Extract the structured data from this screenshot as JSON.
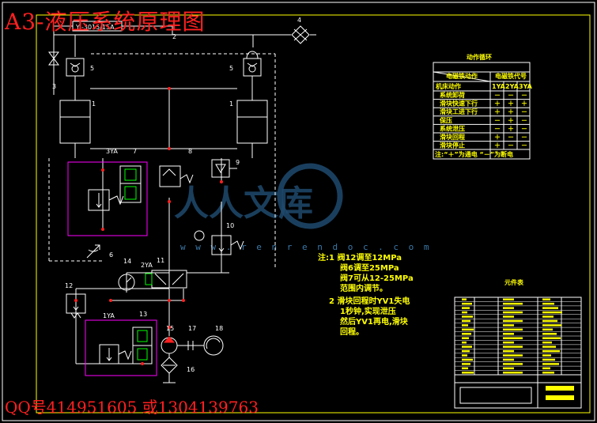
{
  "title": "A3-液压系统原理图",
  "contact": "QQ号414951605 或1304139763",
  "top_label": "YJ-3015/15A",
  "action_table": {
    "title": "动作循环",
    "header_left": "电磁铁动作",
    "header_right": "电磁铁代号",
    "columns": [
      "1YA",
      "2YA",
      "3YA"
    ],
    "row_header": "机床动作",
    "rows": [
      {
        "name": "系统卸荷",
        "cells": [
          "－",
          "－",
          "－"
        ]
      },
      {
        "name": "滑块快速下行",
        "cells": [
          "＋",
          "＋",
          "＋"
        ]
      },
      {
        "name": "滑块工进下行",
        "cells": [
          "＋",
          "＋",
          "－"
        ]
      },
      {
        "name": "保压",
        "cells": [
          "－",
          "＋",
          "－"
        ]
      },
      {
        "name": "系统泄压",
        "cells": [
          "－",
          "＋",
          "－"
        ]
      },
      {
        "name": "滑块回程",
        "cells": [
          "＋",
          "－",
          "－"
        ]
      },
      {
        "name": "滑块停止",
        "cells": [
          "＋",
          "－",
          "－"
        ]
      }
    ],
    "footnote": "注:“＋”为通电 “－”为断电"
  },
  "notes": {
    "line1": "注:1 阀12调至12MPa",
    "line2": "阀6调至25MPa",
    "line3": "阀7可从12-25MPa",
    "line4": "范围内调节。",
    "line5": "2 滑块回程时YV1失电",
    "line6": "1秒钟,实现泄压",
    "line7": "然后YV1再电,滑块",
    "line8": "回程。"
  },
  "parts_table": {
    "title": "元件表"
  },
  "component_labels": {
    "c1a": "1",
    "c1b": "1",
    "c2": "2",
    "c3": "3",
    "c4": "4",
    "c5a": "5",
    "c5b": "5",
    "c6": "6",
    "c7": "7",
    "c8": "8",
    "c9": "9",
    "c10": "10",
    "c11": "11",
    "c12": "12",
    "c13": "13",
    "c14": "14",
    "c15": "15",
    "c16": "16",
    "c17": "17",
    "c18": "18",
    "ya1": "1YA",
    "ya2": "2YA",
    "ya3": "3YA"
  },
  "watermark": {
    "text": "人人文库",
    "url": "w w w . r e n r e n d o c . c o m"
  },
  "colors": {
    "line": "#ffffff",
    "frame": "#ffff00",
    "accent": "#00ff00",
    "magenta": "#ff00ff",
    "red": "#ff2020",
    "yellow": "#ffff00"
  }
}
